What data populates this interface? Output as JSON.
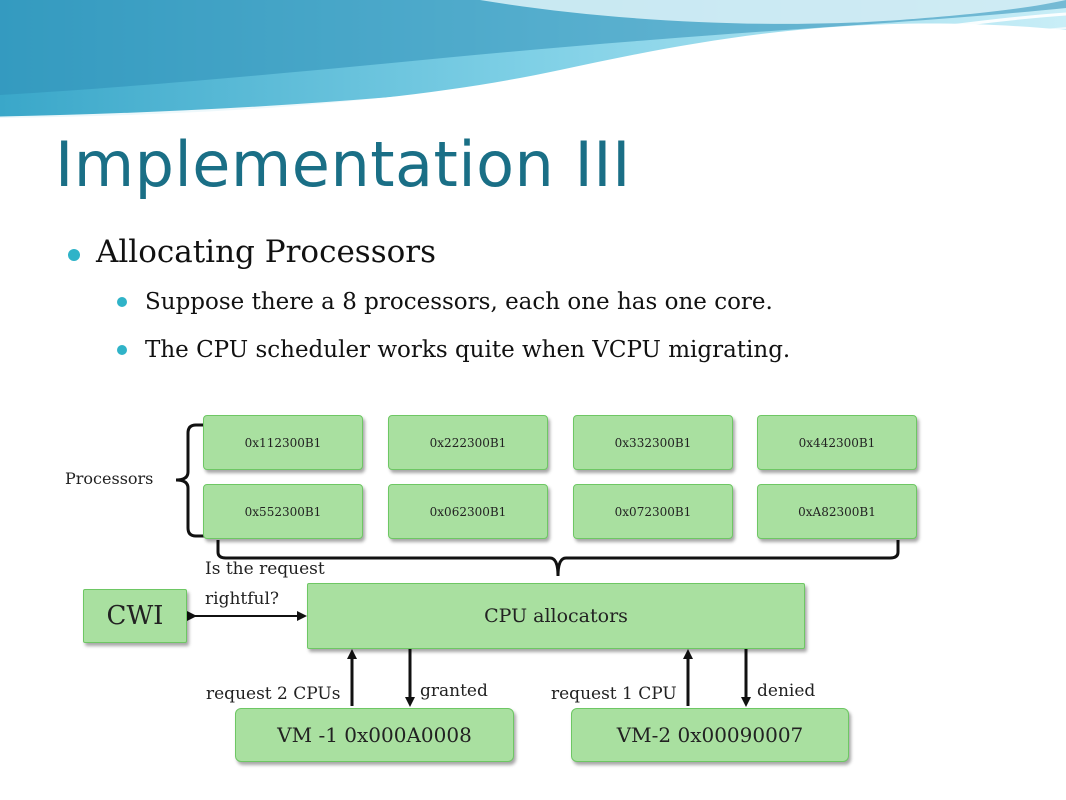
{
  "slide": {
    "title": "Implementation III",
    "bullets": [
      "Allocating Processors",
      "Suppose there a 8 processors, each one has one core.",
      "The CPU scheduler works  quite when VCPU migrating."
    ]
  },
  "diagram": {
    "processors_label": "Processors",
    "processors": [
      "0x112300B1",
      "0x222300B1",
      "0x332300B1",
      "0x442300B1",
      "0x552300B1",
      "0x062300B1",
      "0x072300B1",
      "0xA82300B1"
    ],
    "question_line1": "Is the request",
    "question_line2": "rightful?",
    "cwi": "CWI",
    "allocators": "CPU allocators",
    "vm1": "VM -1  0x000A0008",
    "vm2": "VM-2 0x00090007",
    "vm1_request": "request 2 CPUs",
    "vm1_response": "granted",
    "vm2_request": "request 1 CPU",
    "vm2_response": "denied",
    "colors": {
      "box_fill": "#a9e0a0",
      "title": "#1a6f86",
      "bullet": "#2fb3c8"
    }
  }
}
